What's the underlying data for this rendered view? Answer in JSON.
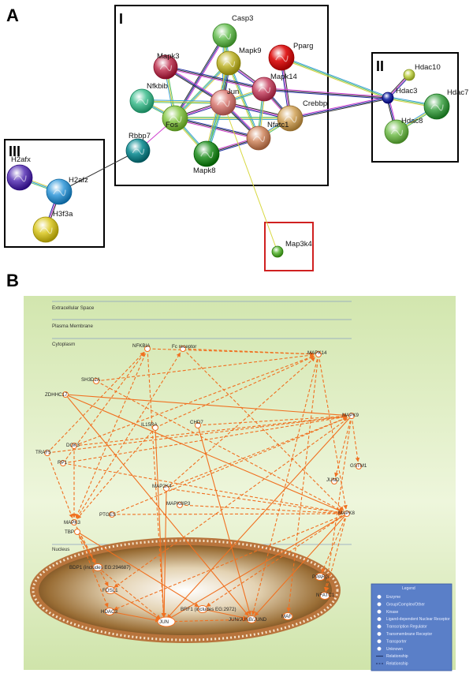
{
  "panels": {
    "a": "A",
    "b": "B"
  },
  "panel_a": {
    "clusters": [
      {
        "id": "I",
        "label": "I"
      },
      {
        "id": "II",
        "label": "II"
      },
      {
        "id": "III",
        "label": "III"
      }
    ],
    "nodes": [
      {
        "id": "Casp3",
        "label": "Casp3",
        "color": "#7cc86a"
      },
      {
        "id": "Mapk9",
        "label": "Mapk9",
        "color": "#c9c04a"
      },
      {
        "id": "Pparg",
        "label": "Pparg",
        "color": "#e02020"
      },
      {
        "id": "Mapk3",
        "label": "Mapk3",
        "color": "#c8506a"
      },
      {
        "id": "Nfkbib",
        "label": "Nfkbib",
        "color": "#5cc8a0"
      },
      {
        "id": "Mapk14",
        "label": "Mapk14",
        "color": "#d0607a"
      },
      {
        "id": "Jun",
        "label": "Jun",
        "color": "#e0908a"
      },
      {
        "id": "Fos",
        "label": "Fos",
        "color": "#98d060"
      },
      {
        "id": "Crebbp",
        "label": "Crebbp",
        "color": "#d8b070"
      },
      {
        "id": "Nfatc1",
        "label": "Nfatc1",
        "color": "#d89a78"
      },
      {
        "id": "Mapk8",
        "label": "Mapk8",
        "color": "#40a040"
      },
      {
        "id": "Rbbp7",
        "label": "Rbbp7",
        "color": "#2a9aa0"
      },
      {
        "id": "Hdac10",
        "label": "Hdac10",
        "color": "#c8d860"
      },
      {
        "id": "Hdac3",
        "label": "Hdac3",
        "color": "#3040b0"
      },
      {
        "id": "Hdac7",
        "label": "Hdac7",
        "color": "#5ab060"
      },
      {
        "id": "Hdac8",
        "label": "Hdac8",
        "color": "#88c868"
      },
      {
        "id": "H2afx",
        "label": "H2afx",
        "color": "#7050c0"
      },
      {
        "id": "H2afz",
        "label": "H2afz",
        "color": "#50a8e0"
      },
      {
        "id": "H3f3a",
        "label": "H3f3a",
        "color": "#e0d040"
      },
      {
        "id": "Map3k4",
        "label": "Map3k4",
        "color": "#70c050"
      }
    ],
    "edges": [
      [
        "Casp3",
        "Mapk9"
      ],
      [
        "Casp3",
        "Fos"
      ],
      [
        "Casp3",
        "Jun"
      ],
      [
        "Mapk9",
        "Jun"
      ],
      [
        "Mapk9",
        "Fos"
      ],
      [
        "Mapk9",
        "Mapk14"
      ],
      [
        "Mapk9",
        "Nfatc1"
      ],
      [
        "Mapk3",
        "Jun"
      ],
      [
        "Mapk3",
        "Fos"
      ],
      [
        "Mapk3",
        "Mapk14"
      ],
      [
        "Nfkbib",
        "Fos"
      ],
      [
        "Fos",
        "Jun"
      ],
      [
        "Fos",
        "Mapk8"
      ],
      [
        "Fos",
        "Rbbp7"
      ],
      [
        "Fos",
        "Crebbp"
      ],
      [
        "Fos",
        "Nfatc1"
      ],
      [
        "Jun",
        "Mapk14"
      ],
      [
        "Jun",
        "Crebbp"
      ],
      [
        "Jun",
        "Mapk8"
      ],
      [
        "Jun",
        "Nfatc1"
      ],
      [
        "Jun",
        "Nfkbib"
      ],
      [
        "Mapk14",
        "Crebbp"
      ],
      [
        "Mapk14",
        "Nfatc1"
      ],
      [
        "Pparg",
        "Crebbp"
      ],
      [
        "Pparg",
        "Hdac3"
      ],
      [
        "Crebbp",
        "Hdac3"
      ],
      [
        "Crebbp",
        "Nfatc1"
      ],
      [
        "Nfatc1",
        "Mapk8"
      ],
      [
        "Mapk8",
        "Mapk9"
      ],
      [
        "Hdac3",
        "Hdac10"
      ],
      [
        "Hdac3",
        "Hdac7"
      ],
      [
        "Hdac3",
        "Hdac8"
      ],
      [
        "Hdac7",
        "Hdac8"
      ],
      [
        "Hdac3",
        "Mapk14"
      ],
      [
        "H2afx",
        "H2afz"
      ],
      [
        "H2afz",
        "H3f3a"
      ],
      [
        "H2afz",
        "Rbbp7"
      ],
      [
        "Jun",
        "Map3k4"
      ]
    ]
  },
  "panel_b": {
    "compartments": [
      {
        "id": "extracellular",
        "label": "Extracellular Space"
      },
      {
        "id": "membrane",
        "label": "Plasma Membrane"
      },
      {
        "id": "cytoplasm",
        "label": "Cytoplasm"
      },
      {
        "id": "nucleus",
        "label": "Nucleus"
      }
    ],
    "nodes": [
      {
        "id": "NFKBIA",
        "label": "NFKBIA"
      },
      {
        "id": "Fcreceptor",
        "label": "Fc receptor"
      },
      {
        "id": "MAPK14",
        "label": "MAPK14"
      },
      {
        "id": "SH3D2A",
        "label": "SH3D2A"
      },
      {
        "id": "ZDHHC17",
        "label": "ZDHHC17"
      },
      {
        "id": "MAPK9",
        "label": "MAPK9"
      },
      {
        "id": "IL15RA",
        "label": "IL15RA"
      },
      {
        "id": "CHD7",
        "label": "CHD7"
      },
      {
        "id": "DOK3",
        "label": "DOK3"
      },
      {
        "id": "TRAF5",
        "label": "TRAF5"
      },
      {
        "id": "RP1",
        "label": "RP1"
      },
      {
        "id": "GSTM1",
        "label": "GSTM1"
      },
      {
        "id": "JUND",
        "label": "JUND"
      },
      {
        "id": "MAP2K4",
        "label": "MAP2K4"
      },
      {
        "id": "MAPK8IP3",
        "label": "MAPK8IP3"
      },
      {
        "id": "PTGES",
        "label": "PTGES"
      },
      {
        "id": "MAPK3",
        "label": "MAPK3"
      },
      {
        "id": "MAPK8",
        "label": "MAPK8"
      },
      {
        "id": "TBP",
        "label": "TBP"
      },
      {
        "id": "BDP1",
        "label": "BDP1 (includes EG:294687)"
      },
      {
        "id": "PPARG",
        "label": "PPARG"
      },
      {
        "id": "FOSL1",
        "label": "FOSL1"
      },
      {
        "id": "NFATC1",
        "label": "NFATC1"
      },
      {
        "id": "HDAC3",
        "label": "HDAC3"
      },
      {
        "id": "BRF1",
        "label": "BRF1 (includes EG:2972)"
      },
      {
        "id": "JUN",
        "label": "JUN"
      },
      {
        "id": "JUNJUNBJUND",
        "label": "JUN/JUNB/JUND"
      },
      {
        "id": "MAF",
        "label": "MAF"
      }
    ],
    "edges": [
      [
        "ZDHHC17",
        "MAPK9",
        "solid"
      ],
      [
        "ZDHHC17",
        "MAPK8",
        "solid"
      ],
      [
        "SH3D2A",
        "MAPK14",
        "dashed"
      ],
      [
        "SH3D2A",
        "MAPK8",
        "dashed"
      ],
      [
        "DOK3",
        "MAPK9",
        "dashed"
      ],
      [
        "DOK3",
        "MAPK3",
        "dashed"
      ],
      [
        "DOK3",
        "MAPK14",
        "dashed"
      ],
      [
        "TRAF5",
        "MAPK3",
        "dashed"
      ],
      [
        "TRAF5",
        "NFKBIA",
        "dashed"
      ],
      [
        "TRAF5",
        "MAPK9",
        "dashed"
      ],
      [
        "RP1",
        "MAPK9",
        "dashed"
      ],
      [
        "RP1",
        "MAPK8",
        "dashed"
      ],
      [
        "RP1",
        "NFKBIA",
        "dashed"
      ],
      [
        "IL15RA",
        "MAPK3",
        "dashed"
      ],
      [
        "IL15RA",
        "JUN",
        "solid"
      ],
      [
        "IL15RA",
        "MAPK14",
        "dashed"
      ],
      [
        "CHD7",
        "MAPK9",
        "dashed"
      ],
      [
        "CHD7",
        "JUNJUNBJUND",
        "solid"
      ],
      [
        "MAP2K4",
        "MAPK9",
        "dashed"
      ],
      [
        "MAP2K4",
        "MAPK8",
        "dashed"
      ],
      [
        "MAP2K4",
        "MAPK14",
        "dashed"
      ],
      [
        "MAP2K4",
        "JUN",
        "solid"
      ],
      [
        "MAPK8IP3",
        "MAPK8",
        "dashed"
      ],
      [
        "PTGES",
        "MAPK8",
        "dashed"
      ],
      [
        "PTGES",
        "MAPK9",
        "dashed"
      ],
      [
        "MAPK3",
        "Fcreceptor",
        "dashed"
      ],
      [
        "Fcreceptor",
        "MAPK8",
        "dashed"
      ],
      [
        "Fcreceptor",
        "MAPK14",
        "dashed"
      ],
      [
        "NFKBIA",
        "MAPK3",
        "dashed"
      ],
      [
        "NFKBIA",
        "JUN",
        "dashed"
      ],
      [
        "NFKBIA",
        "MAPK14",
        "dashed"
      ],
      [
        "MAPK14",
        "JUNJUNBJUND",
        "dashed"
      ],
      [
        "MAPK14",
        "MAF",
        "dashed"
      ],
      [
        "MAPK9",
        "JUND",
        "dashed"
      ],
      [
        "MAPK9",
        "GSTM1",
        "dashed"
      ],
      [
        "MAPK9",
        "JUN",
        "solid"
      ],
      [
        "MAPK9",
        "NFATC1",
        "dashed"
      ],
      [
        "MAPK9",
        "FOSL1",
        "dashed"
      ],
      [
        "MAPK8",
        "JUN",
        "solid"
      ],
      [
        "MAPK8",
        "JUNJUNBJUND",
        "solid"
      ],
      [
        "MAPK8",
        "PPARG",
        "dashed"
      ],
      [
        "MAPK8",
        "NFATC1",
        "dashed"
      ],
      [
        "MAPK8",
        "BRF1",
        "dashed"
      ],
      [
        "MAPK8",
        "HDAC3",
        "dashed"
      ],
      [
        "MAPK3",
        "BDP1",
        "dashed"
      ],
      [
        "MAPK3",
        "FOSL1",
        "dashed"
      ],
      [
        "TBP",
        "BDP1",
        "solid"
      ],
      [
        "TBP",
        "BRF1",
        "solid"
      ],
      [
        "TBP",
        "HDAC3",
        "dashed"
      ],
      [
        "BDP1",
        "JUN",
        "dashed"
      ],
      [
        "FOSL1",
        "JUN",
        "solid"
      ],
      [
        "HDAC3",
        "JUN",
        "solid"
      ],
      [
        "BRF1",
        "JUNJUNBJUND",
        "solid"
      ],
      [
        "JUN",
        "JUNJUNBJUND",
        "dashed"
      ],
      [
        "MAPK14",
        "MAPK8",
        "dashed"
      ],
      [
        "ZDHHC17",
        "JUNJUNBJUND",
        "solid"
      ]
    ],
    "legend": {
      "title": "Legend",
      "items": [
        "Enzyme",
        "Group/Complex/Other",
        "Kinase",
        "Ligand-dependent Nuclear Receptor",
        "Transcription Regulator",
        "Transmembrane Receptor",
        "Transporter",
        "Unknown",
        "Relationship",
        "Relationship"
      ]
    }
  }
}
